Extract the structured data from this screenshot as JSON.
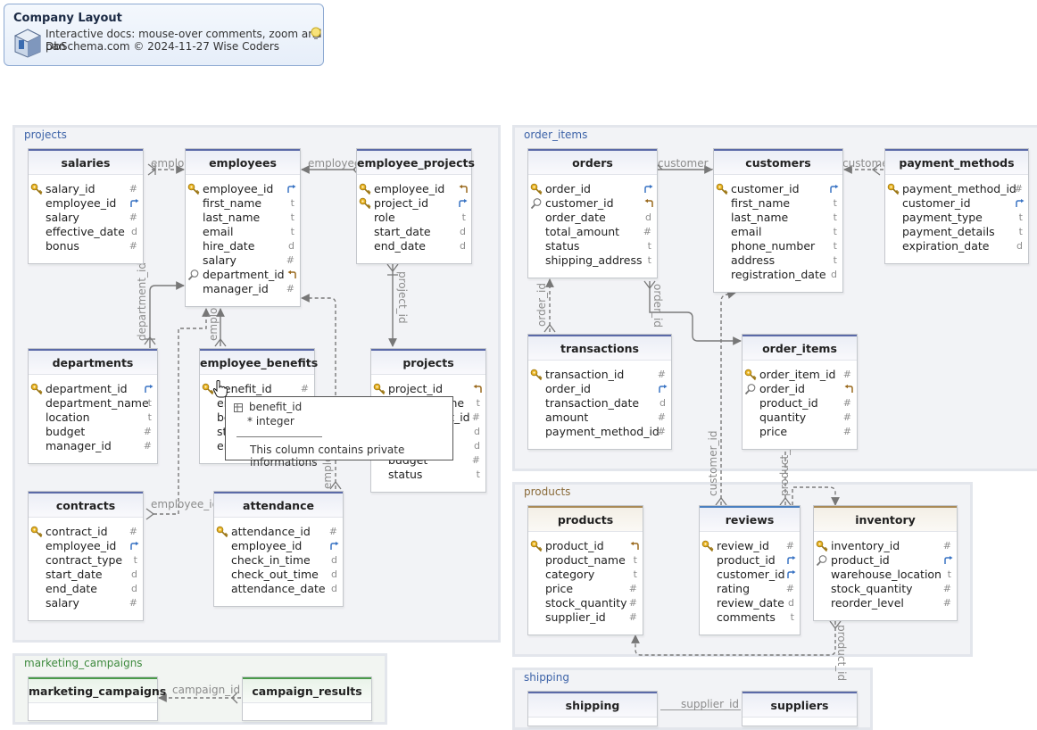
{
  "header": {
    "title": "Company Layout",
    "line1": "Interactive docs: mouse-over comments, zoom and pan",
    "line2": "DbSchema.com © 2024-11-27 Wise Coders"
  },
  "groups": {
    "projects": "projects",
    "order_items": "order_items",
    "products": "products",
    "marketing_campaigns": "marketing_campaigns",
    "shipping": "shipping"
  },
  "tables": {
    "salaries": {
      "name": "salaries",
      "cols": [
        {
          "name": "salary_id",
          "type": "#",
          "key": "pk"
        },
        {
          "name": "employee_id",
          "type": "fk",
          "key": ""
        },
        {
          "name": "salary",
          "type": "#",
          "key": ""
        },
        {
          "name": "effective_date",
          "type": "d",
          "key": ""
        },
        {
          "name": "bonus",
          "type": "#",
          "key": ""
        }
      ]
    },
    "employees": {
      "name": "employees",
      "cols": [
        {
          "name": "employee_id",
          "type": "ref",
          "key": "pk"
        },
        {
          "name": "first_name",
          "type": "t",
          "key": ""
        },
        {
          "name": "last_name",
          "type": "t",
          "key": ""
        },
        {
          "name": "email",
          "type": "t",
          "key": ""
        },
        {
          "name": "hire_date",
          "type": "d",
          "key": ""
        },
        {
          "name": "salary",
          "type": "#",
          "key": ""
        },
        {
          "name": "department_id",
          "type": "fkback",
          "key": "idx"
        },
        {
          "name": "manager_id",
          "type": "#",
          "key": ""
        }
      ]
    },
    "employee_projects": {
      "name": "employee_projects",
      "cols": [
        {
          "name": "employee_id",
          "type": "fkback",
          "key": "pk"
        },
        {
          "name": "project_id",
          "type": "fk",
          "key": "pk"
        },
        {
          "name": "role",
          "type": "t",
          "key": ""
        },
        {
          "name": "start_date",
          "type": "d",
          "key": ""
        },
        {
          "name": "end_date",
          "type": "d",
          "key": ""
        }
      ]
    },
    "departments": {
      "name": "departments",
      "cols": [
        {
          "name": "department_id",
          "type": "ref",
          "key": "pk"
        },
        {
          "name": "department_name",
          "type": "t",
          "key": ""
        },
        {
          "name": "location",
          "type": "t",
          "key": ""
        },
        {
          "name": "budget",
          "type": "#",
          "key": ""
        },
        {
          "name": "manager_id",
          "type": "#",
          "key": ""
        }
      ]
    },
    "employee_benefits": {
      "name": "employee_benefits",
      "cols": [
        {
          "name": "benefit_id",
          "type": "#",
          "key": "pk"
        },
        {
          "name": "employee_id",
          "type": "",
          "key": ""
        },
        {
          "name": "benefit_type",
          "type": "",
          "key": ""
        },
        {
          "name": "start_date",
          "type": "",
          "key": ""
        },
        {
          "name": "end_date",
          "type": "",
          "key": ""
        }
      ]
    },
    "projects": {
      "name": "projects",
      "cols": [
        {
          "name": "project_id",
          "type": "fkback",
          "key": "pk"
        },
        {
          "name": "project_name",
          "type": "t",
          "key": ""
        },
        {
          "name": "department_id",
          "type": "#",
          "key": ""
        },
        {
          "name": "start_date",
          "type": "d",
          "key": ""
        },
        {
          "name": "end_date",
          "type": "d",
          "key": ""
        },
        {
          "name": "budget",
          "type": "#",
          "key": ""
        },
        {
          "name": "status",
          "type": "t",
          "key": ""
        }
      ]
    },
    "contracts": {
      "name": "contracts",
      "cols": [
        {
          "name": "contract_id",
          "type": "#",
          "key": "pk"
        },
        {
          "name": "employee_id",
          "type": "fk",
          "key": ""
        },
        {
          "name": "contract_type",
          "type": "t",
          "key": ""
        },
        {
          "name": "start_date",
          "type": "d",
          "key": ""
        },
        {
          "name": "end_date",
          "type": "d",
          "key": ""
        },
        {
          "name": "salary",
          "type": "#",
          "key": ""
        }
      ]
    },
    "attendance": {
      "name": "attendance",
      "cols": [
        {
          "name": "attendance_id",
          "type": "#",
          "key": "pk"
        },
        {
          "name": "employee_id",
          "type": "fk",
          "key": ""
        },
        {
          "name": "check_in_time",
          "type": "d",
          "key": ""
        },
        {
          "name": "check_out_time",
          "type": "d",
          "key": ""
        },
        {
          "name": "attendance_date",
          "type": "d",
          "key": ""
        }
      ]
    },
    "orders": {
      "name": "orders",
      "cols": [
        {
          "name": "order_id",
          "type": "ref",
          "key": "pk"
        },
        {
          "name": "customer_id",
          "type": "fkback",
          "key": "idx"
        },
        {
          "name": "order_date",
          "type": "d",
          "key": ""
        },
        {
          "name": "total_amount",
          "type": "#",
          "key": ""
        },
        {
          "name": "status",
          "type": "t",
          "key": ""
        },
        {
          "name": "shipping_address",
          "type": "t",
          "key": ""
        }
      ]
    },
    "customers": {
      "name": "customers",
      "cols": [
        {
          "name": "customer_id",
          "type": "ref",
          "key": "pk"
        },
        {
          "name": "first_name",
          "type": "t",
          "key": ""
        },
        {
          "name": "last_name",
          "type": "t",
          "key": ""
        },
        {
          "name": "email",
          "type": "t",
          "key": ""
        },
        {
          "name": "phone_number",
          "type": "t",
          "key": ""
        },
        {
          "name": "address",
          "type": "t",
          "key": ""
        },
        {
          "name": "registration_date",
          "type": "d",
          "key": ""
        }
      ]
    },
    "payment_methods": {
      "name": "payment_methods",
      "cols": [
        {
          "name": "payment_method_id",
          "type": "#",
          "key": "pk"
        },
        {
          "name": "customer_id",
          "type": "fk",
          "key": ""
        },
        {
          "name": "payment_type",
          "type": "t",
          "key": ""
        },
        {
          "name": "payment_details",
          "type": "t",
          "key": ""
        },
        {
          "name": "expiration_date",
          "type": "d",
          "key": ""
        }
      ]
    },
    "transactions": {
      "name": "transactions",
      "cols": [
        {
          "name": "transaction_id",
          "type": "#",
          "key": "pk"
        },
        {
          "name": "order_id",
          "type": "fk",
          "key": ""
        },
        {
          "name": "transaction_date",
          "type": "d",
          "key": ""
        },
        {
          "name": "amount",
          "type": "#",
          "key": ""
        },
        {
          "name": "payment_method_id",
          "type": "#",
          "key": ""
        }
      ]
    },
    "order_items": {
      "name": "order_items",
      "cols": [
        {
          "name": "order_item_id",
          "type": "#",
          "key": "pk"
        },
        {
          "name": "order_id",
          "type": "fkback",
          "key": "idx"
        },
        {
          "name": "product_id",
          "type": "#",
          "key": ""
        },
        {
          "name": "quantity",
          "type": "#",
          "key": ""
        },
        {
          "name": "price",
          "type": "#",
          "key": ""
        }
      ]
    },
    "products": {
      "name": "products",
      "cols": [
        {
          "name": "product_id",
          "type": "fkback",
          "key": "pk"
        },
        {
          "name": "product_name",
          "type": "t",
          "key": ""
        },
        {
          "name": "category",
          "type": "t",
          "key": ""
        },
        {
          "name": "price",
          "type": "#",
          "key": ""
        },
        {
          "name": "stock_quantity",
          "type": "#",
          "key": ""
        },
        {
          "name": "supplier_id",
          "type": "#",
          "key": ""
        }
      ]
    },
    "reviews": {
      "name": "reviews",
      "cols": [
        {
          "name": "review_id",
          "type": "#",
          "key": "pk"
        },
        {
          "name": "product_id",
          "type": "fk",
          "key": ""
        },
        {
          "name": "customer_id",
          "type": "fk",
          "key": ""
        },
        {
          "name": "rating",
          "type": "#",
          "key": ""
        },
        {
          "name": "review_date",
          "type": "d",
          "key": ""
        },
        {
          "name": "comments",
          "type": "t",
          "key": ""
        }
      ]
    },
    "inventory": {
      "name": "inventory",
      "cols": [
        {
          "name": "inventory_id",
          "type": "#",
          "key": "pk"
        },
        {
          "name": "product_id",
          "type": "fk",
          "key": "idx"
        },
        {
          "name": "warehouse_location",
          "type": "t",
          "key": ""
        },
        {
          "name": "stock_quantity",
          "type": "#",
          "key": ""
        },
        {
          "name": "reorder_level",
          "type": "#",
          "key": ""
        }
      ]
    },
    "marketing_campaigns": {
      "name": "marketing_campaigns",
      "cols": []
    },
    "campaign_results": {
      "name": "campaign_results",
      "cols": []
    },
    "shipping": {
      "name": "shipping",
      "cols": []
    },
    "suppliers": {
      "name": "suppliers",
      "cols": []
    }
  },
  "connectors": {
    "sal_emp": "employee_id",
    "emp_proj": "employee_id",
    "ord_cust": "customer_id",
    "cust_pay": "customer_id",
    "dept": "department_id",
    "empben": "employee_id",
    "proj": "project_id",
    "trans": "order_id",
    "orditem": "order_id",
    "contracts": "employee_id",
    "att": "employee_id",
    "rev_cust": "customer_id",
    "rev_prod": "product_id",
    "inv_prod": "product_id",
    "camp": "campaign_id",
    "ship": "supplier_id"
  },
  "tooltip": {
    "column": "benefit_id",
    "type": "* integer",
    "comment": "This column contains private informations"
  },
  "colors": {
    "key": "#e8b221",
    "ref_arrow": "#3a74c4",
    "back_arrow": "#9a6a1e",
    "line": "#7a7a7a"
  }
}
